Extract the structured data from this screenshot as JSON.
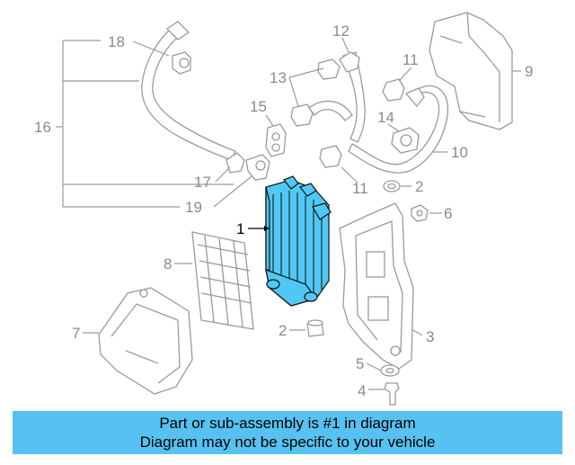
{
  "diagram": {
    "highlighted_part": "1",
    "colors": {
      "highlight": "#4fc9f3",
      "banner": "#57c1f1",
      "line": "#9a9a9a",
      "label": "#8a8a8a"
    },
    "callouts": {
      "c1": "1",
      "c2": "2",
      "c2b": "2",
      "c3": "3",
      "c4": "4",
      "c5": "5",
      "c6": "6",
      "c7": "7",
      "c8": "8",
      "c9": "9",
      "c10": "10",
      "c11a": "11",
      "c11b": "11",
      "c12": "12",
      "c13": "13",
      "c14": "14",
      "c15": "15",
      "c16": "16",
      "c17": "17",
      "c18": "18",
      "c19": "19"
    }
  },
  "banner": {
    "line1": "Part or sub-assembly is #1 in diagram",
    "line2": "Diagram may not be specific to your vehicle"
  }
}
